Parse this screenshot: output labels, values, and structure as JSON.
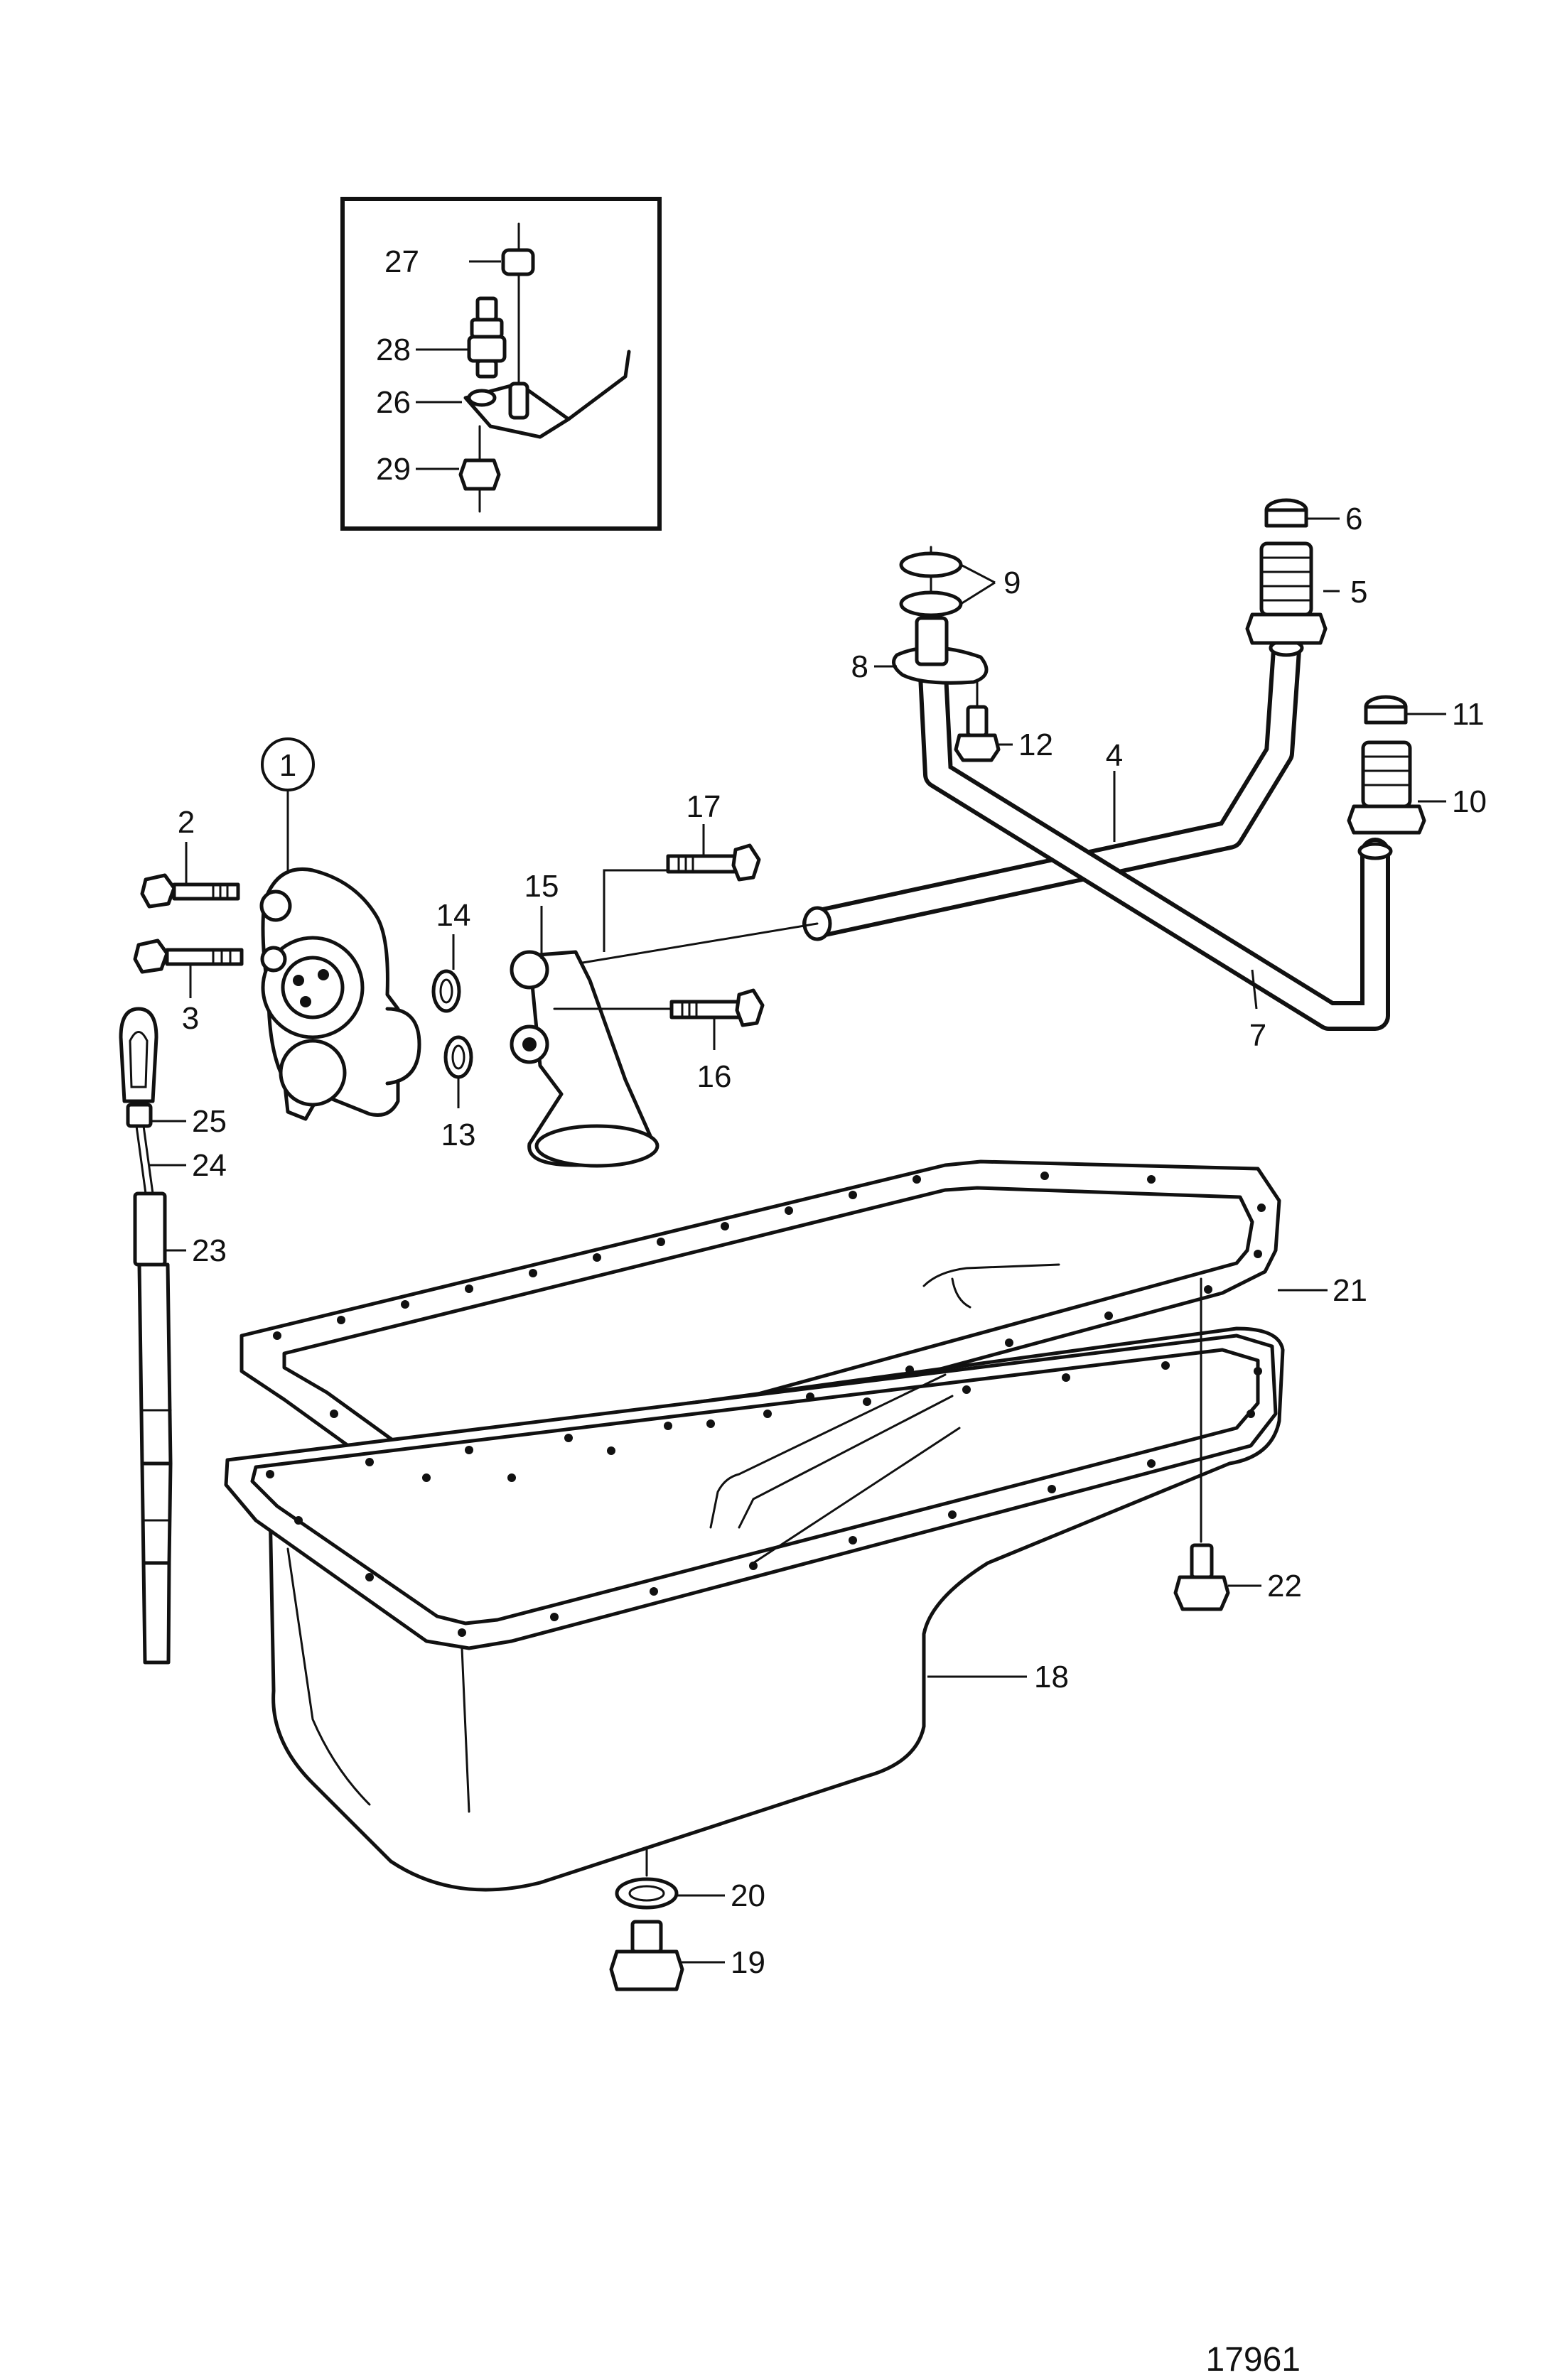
{
  "figure_number": "17961",
  "callouts": {
    "p1": "1",
    "p2": "2",
    "p3": "3",
    "p4": "4",
    "p5": "5",
    "p6": "6",
    "p7": "7",
    "p8": "8",
    "p9": "9",
    "p10": "10",
    "p11": "11",
    "p12": "12",
    "p13": "13",
    "p14": "14",
    "p15": "15",
    "p16": "16",
    "p17": "17",
    "p18": "18",
    "p19": "19",
    "p20": "20",
    "p21": "21",
    "p22": "22",
    "p23": "23",
    "p24": "24",
    "p25": "25",
    "p26": "26",
    "p27": "27",
    "p28": "28",
    "p29": "29"
  }
}
